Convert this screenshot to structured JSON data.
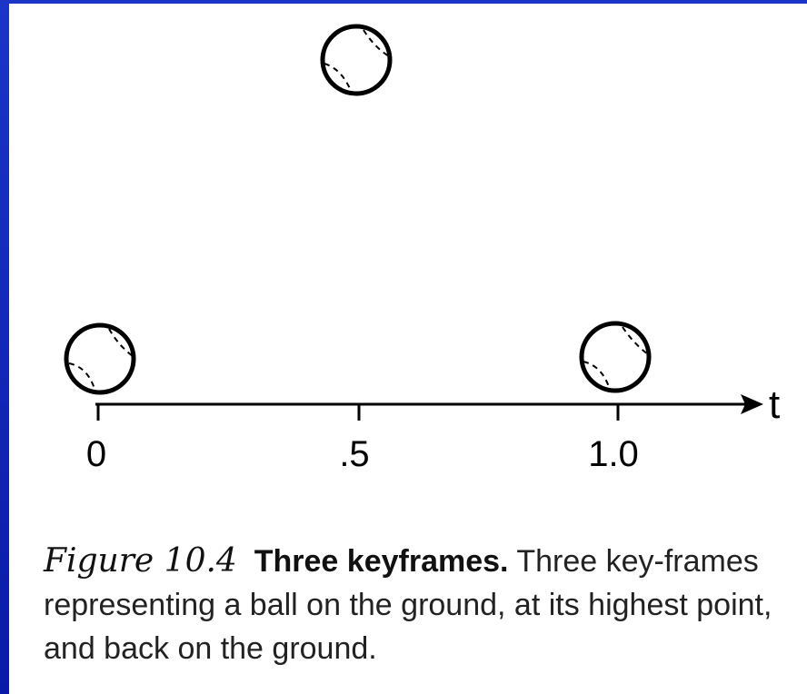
{
  "axis": {
    "label": "t",
    "ticks": [
      "0",
      ".5",
      "1.0"
    ]
  },
  "keyframes": [
    {
      "t": 0,
      "state": "ground"
    },
    {
      "t": 0.5,
      "state": "highest"
    },
    {
      "t": 1.0,
      "state": "ground"
    }
  ],
  "caption": {
    "figure_label": "Figure 10.4",
    "title": "Three keyframes.",
    "text": "Three key-frames representing a ball on the ground, at its highest point, and back on the ground."
  },
  "colors": {
    "frame_blue": "#1b35c8",
    "ink": "#000000"
  }
}
